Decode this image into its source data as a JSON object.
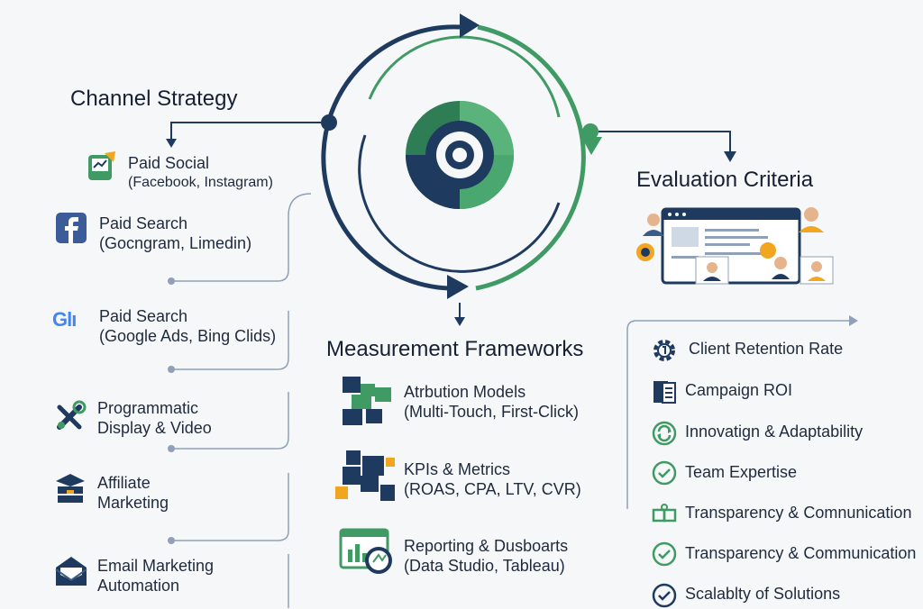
{
  "colors": {
    "navy": "#1f3a5f",
    "green": "#3f9a64",
    "accent_orange": "#f2a61f",
    "google_blue": "#4285f4",
    "google_red": "#ea4335",
    "google_yellow": "#fbbc05",
    "google_green": "#34a853"
  },
  "channel_strategy": {
    "title": "Channel Strategy",
    "items": [
      {
        "icon": "paid-social-icon",
        "line1": "Paid Social",
        "line2": "(Facebook, Instagram)"
      },
      {
        "icon": "facebook-icon",
        "line1": "Paid Search",
        "line2": "(Gocngram, Limedin)"
      },
      {
        "icon": "google-icon",
        "logo_text": "Glı",
        "line1": "Paid Search",
        "line2": "(Google Ads, Bing Clids)"
      },
      {
        "icon": "tools-icon",
        "line1": "Programmatic",
        "line2": "Display & Video"
      },
      {
        "icon": "affiliate-icon",
        "line1": "Affiliate",
        "line2": "Marketing"
      },
      {
        "icon": "email-icon",
        "line1": "Email Marketing",
        "line2": "Automation"
      }
    ]
  },
  "measurement_frameworks": {
    "title": "Measurement Frameworks",
    "items": [
      {
        "icon": "attribution-blocks-icon",
        "line1": "Atrbution Models",
        "line2": "(Multi-Touch, First-Click)"
      },
      {
        "icon": "kpi-blocks-icon",
        "line1": "KPIs & Metrics",
        "line2": "(ROAS, CPA, LTV, CVR)"
      },
      {
        "icon": "dashboard-icon",
        "line1": "Reporting & Dusboarts",
        "line2": "(Data Studio, Tableau)"
      }
    ]
  },
  "evaluation_criteria": {
    "title": "Evaluation Criteria",
    "items": [
      {
        "icon": "gear-icon",
        "label": "Client Retention Rate"
      },
      {
        "icon": "document-icon",
        "label": "Campaign ROI"
      },
      {
        "icon": "refresh-icon",
        "label": "Innovatign & Adaptability"
      },
      {
        "icon": "check-circle-icon",
        "label": "Team Expertise"
      },
      {
        "icon": "puzzle-icon",
        "label": "Transparency & Comnunication"
      },
      {
        "icon": "check-circle-icon",
        "label": "Transparency & Communication"
      },
      {
        "icon": "check-circle-icon",
        "label": "Scalablty of Solutions"
      }
    ]
  }
}
